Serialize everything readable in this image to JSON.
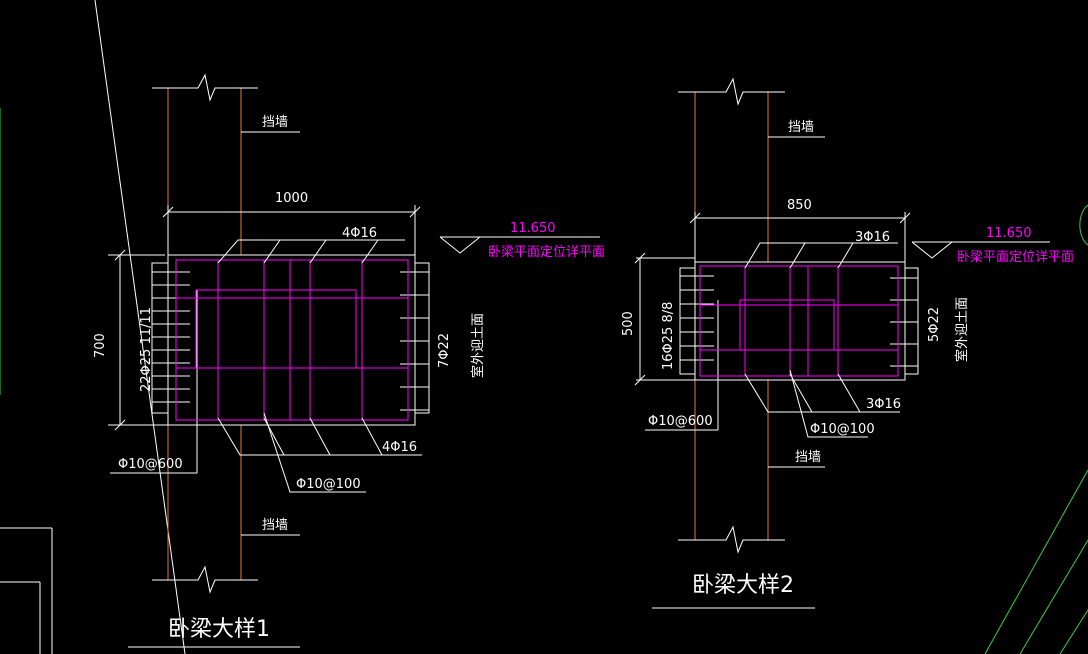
{
  "detail1": {
    "title": "卧梁大样1",
    "wall_top": "挡墙",
    "wall_bottom": "挡墙",
    "width": "1000",
    "height": "700",
    "elevation": "11.650",
    "elevation_note": "卧梁平面定位详平面",
    "top_bars": "4Φ16",
    "bottom_bars": "4Φ16",
    "side_bars": "22Φ25 11/11",
    "right_bars": "7Φ22",
    "soil_note": "室外迎土面",
    "stirrup_left": "Φ10@600",
    "stirrup_bottom": "Φ10@100"
  },
  "detail2": {
    "title": "卧梁大样2",
    "wall_top": "挡墙",
    "wall_bottom": "挡墙",
    "width": "850",
    "height": "500",
    "elevation": "11.650",
    "elevation_note": "卧梁平面定位详平面",
    "top_bars": "3Φ16",
    "bottom_bars": "3Φ16",
    "side_bars": "16Φ25 8/8",
    "right_bars": "5Φ22",
    "soil_note": "室外迎土面",
    "stirrup_left": "Φ10@600",
    "stirrup_bottom": "Φ10@100"
  },
  "colors": {
    "background": "#000000",
    "lines": "#ffffff",
    "wall": "#e07a3a",
    "rebar": "#ff00ff",
    "green": "#35d04a"
  }
}
